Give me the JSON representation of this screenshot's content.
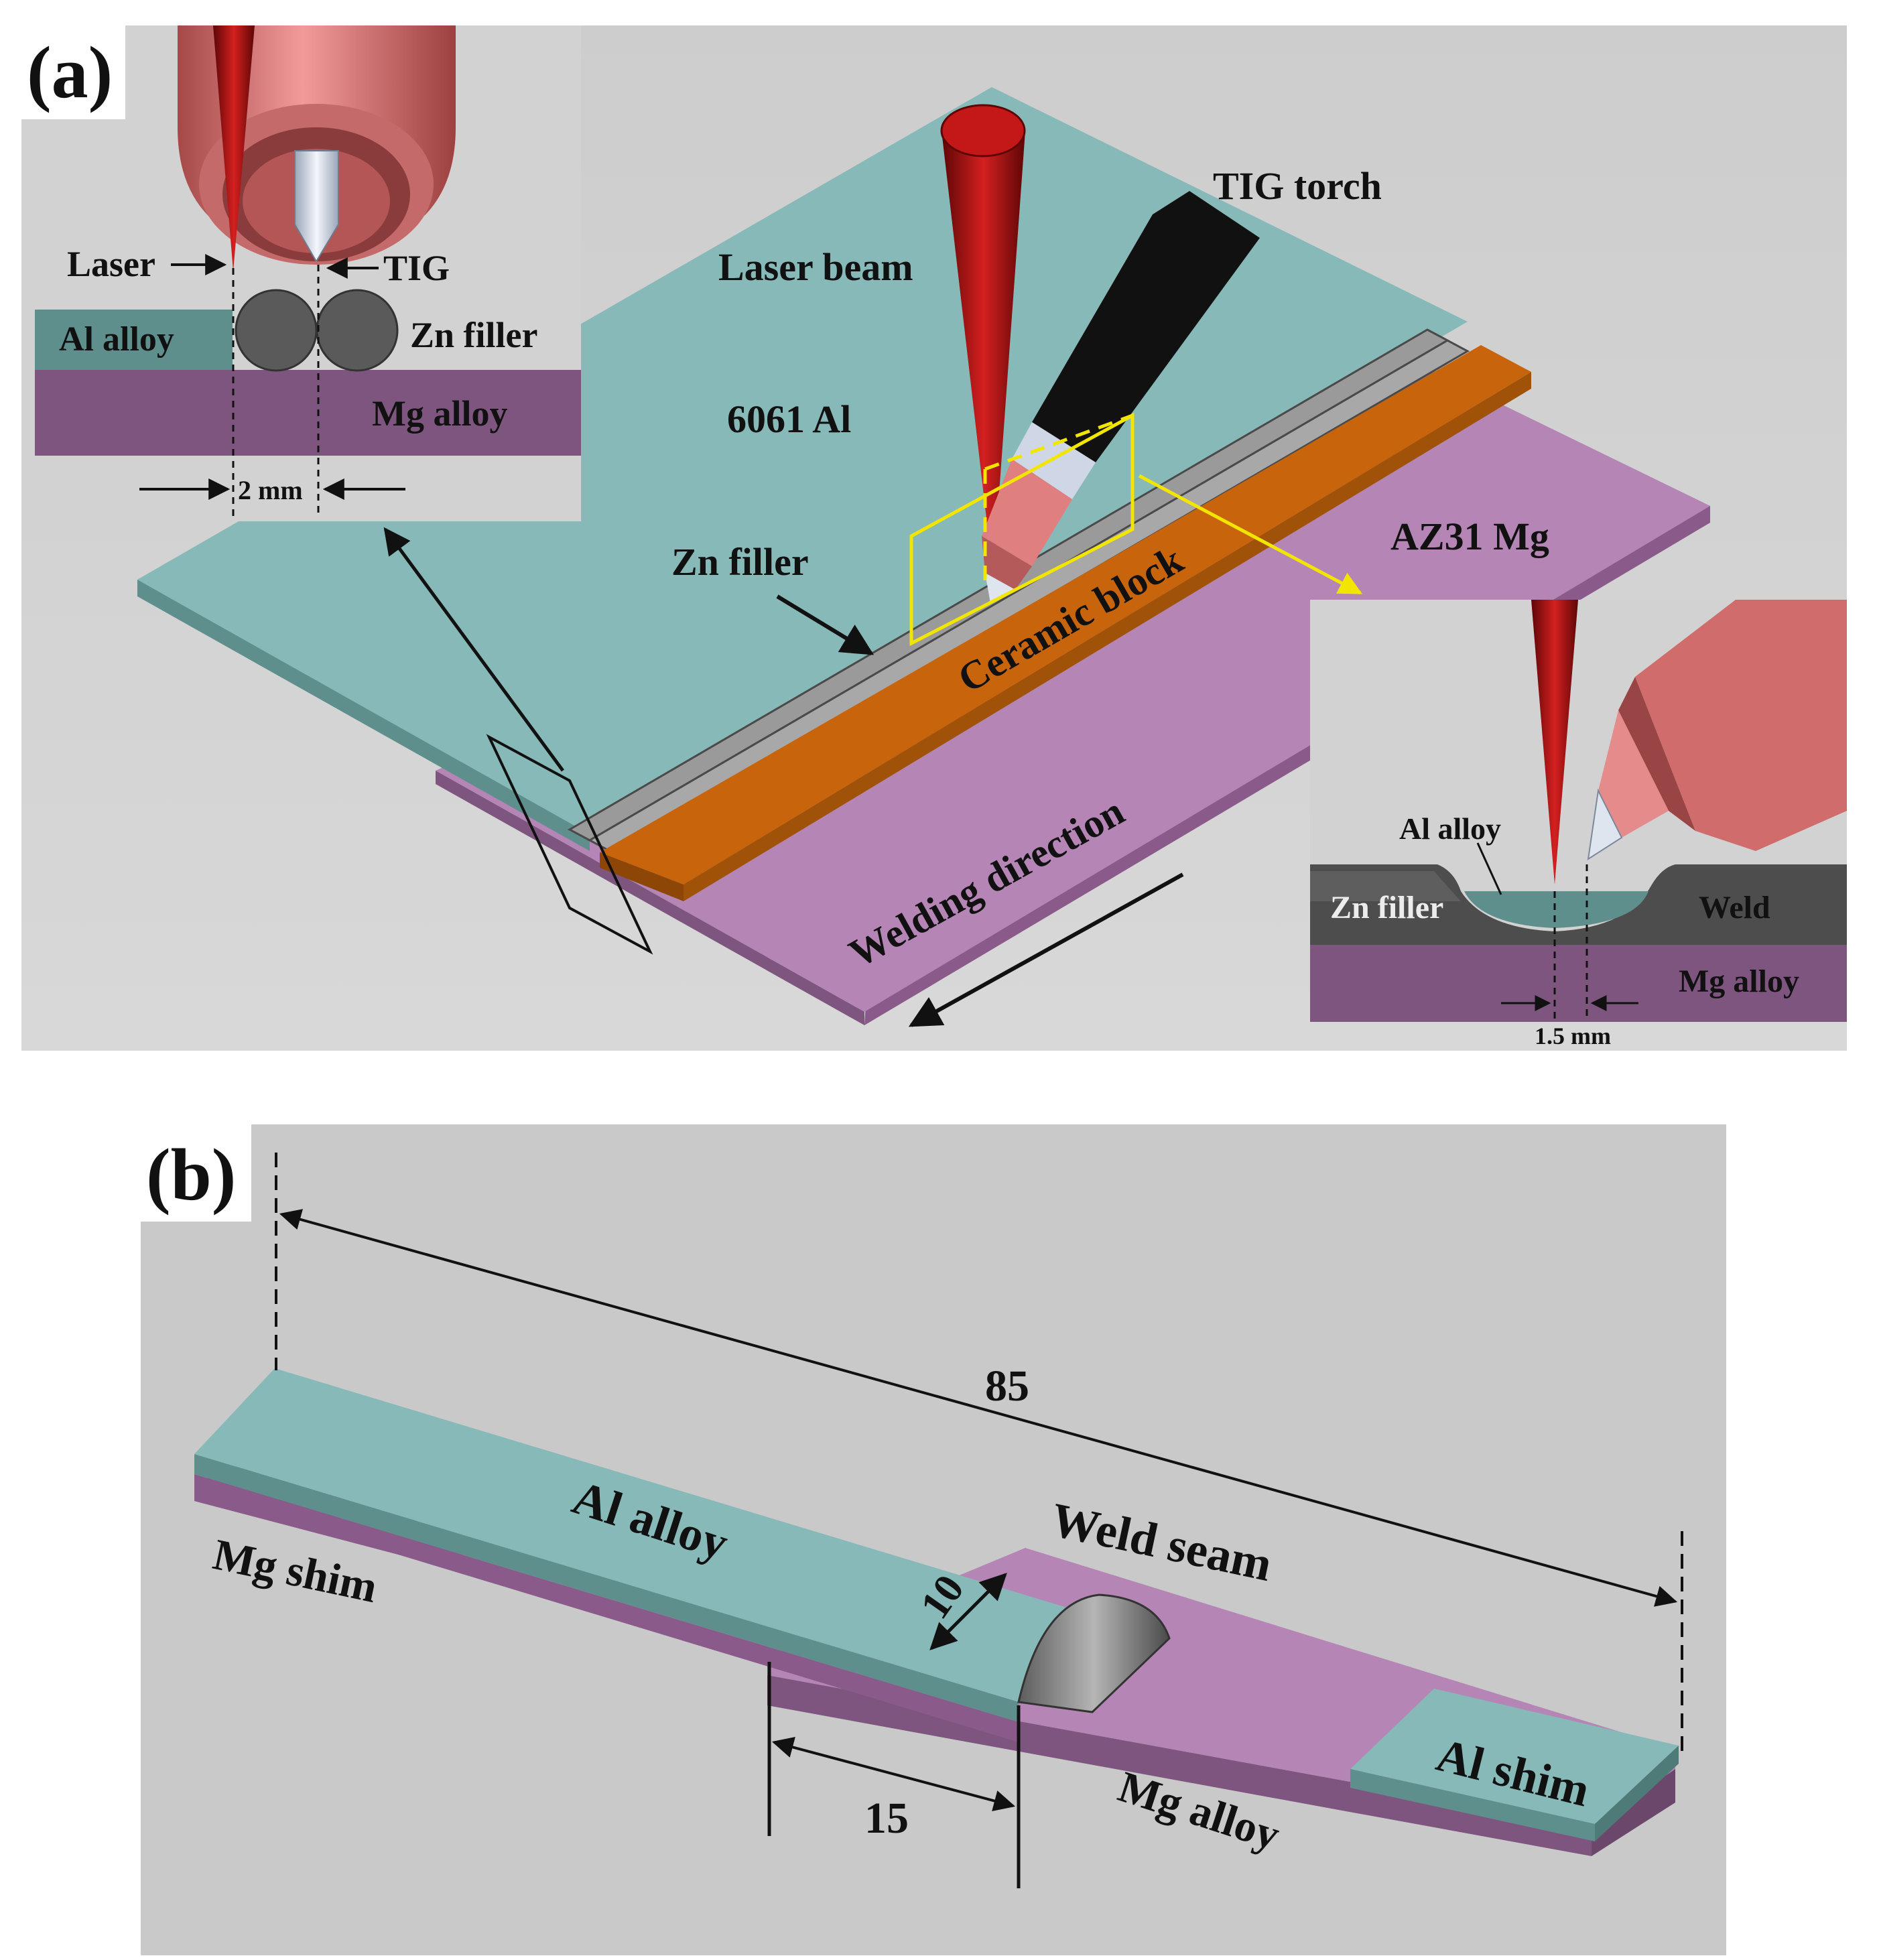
{
  "panel_a": {
    "label": "(a)",
    "laser_beam": "Laser beam",
    "tig_torch": "TIG torch",
    "al_plate": "6061 Al",
    "mg_plate": "AZ31 Mg",
    "zn_filler": "Zn filler",
    "ceramic_block": "Ceramic block",
    "welding_direction": "Welding direction",
    "inset_left": {
      "laser": "Laser",
      "tig": "TIG",
      "al_alloy": "Al alloy",
      "zn_filler": "Zn filler",
      "mg_alloy": "Mg alloy",
      "gap": "2 mm"
    },
    "inset_right": {
      "al_alloy": "Al alloy",
      "zn_filler": "Zn filler",
      "weld": "Weld",
      "mg_alloy": "Mg alloy",
      "offset": "1.5 mm"
    }
  },
  "panel_b": {
    "label": "(b)",
    "length": "85",
    "width": "10",
    "overlap": "15",
    "al_alloy": "Al alloy",
    "mg_alloy": "Mg alloy",
    "weld_seam": "Weld seam",
    "mg_shim": "Mg shim",
    "al_shim": "Al shim"
  },
  "colors": {
    "aluminum": "#86b9b7",
    "magnesium": "#b585b5",
    "ceramic": "#c8650c",
    "laser": "#a01010",
    "torch_nozzle": "#e07f7f",
    "torch_body": "#111111",
    "filler": "#8a8a8a",
    "background": "#c9c9c9",
    "guide": "#ffff00"
  }
}
